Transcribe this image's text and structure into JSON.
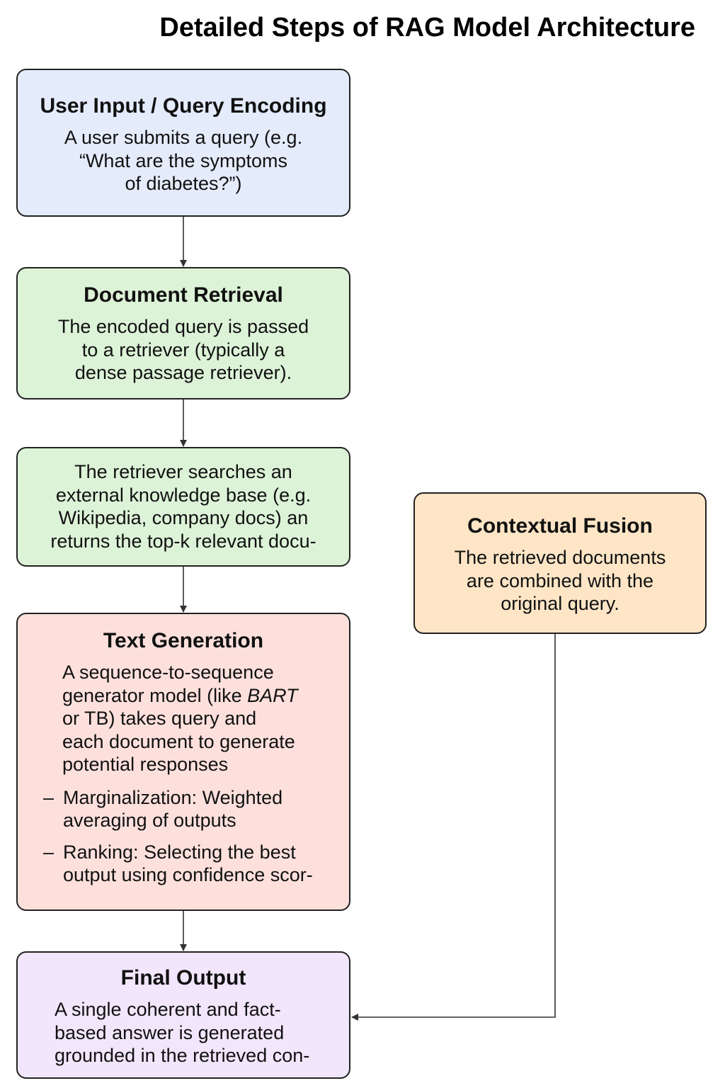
{
  "title": "Detailed Steps of RAG Model Architecture",
  "colors": {
    "user_input_bg": "#e4ecfc",
    "retrieval_bg": "#ddf3d8",
    "fusion_bg": "#fde5c6",
    "generation_bg": "#fde0dc",
    "final_bg": "#f1e6fb",
    "border": "#222222",
    "arrow": "#333333"
  },
  "boxes": {
    "user_input": {
      "title": "User Input / Query Encoding",
      "lines": [
        "A user submits a query (e.g.",
        "“What are the symptoms",
        "of diabetes?”)"
      ]
    },
    "document_retrieval": {
      "title": "Document Retrieval",
      "lines": [
        "The encoded query is passed",
        "to a retriever (typically a",
        "dense passage retriever)."
      ]
    },
    "retriever_search": {
      "lines": [
        "The retriever searches an",
        "external knowledge base (e.g.",
        "Wikipedia, company docs) an",
        "returns the top-k relevant docu-"
      ]
    },
    "contextual_fusion": {
      "title": "Contextual Fusion",
      "lines": [
        "The retrieved documents",
        "are combined with the",
        "original query."
      ]
    },
    "text_generation": {
      "title": "Text Generation",
      "lines": [
        "A sequence-to-sequence",
        "generator model (like ",
        "BART",
        "or TB) takes query and",
        "each document to generate",
        "potential responses"
      ],
      "bullets": [
        {
          "dash": "–",
          "lines": [
            "Marginalization: Weighted",
            "averaging of outputs"
          ]
        },
        {
          "dash": "–",
          "lines": [
            "Ranking: Selecting the best",
            "output using confidence scor-"
          ]
        }
      ]
    },
    "final_output": {
      "title": "Final Output",
      "lines": [
        "A single coherent and fact-",
        "based answer is generated",
        "grounded in the retrieved con-"
      ]
    }
  }
}
